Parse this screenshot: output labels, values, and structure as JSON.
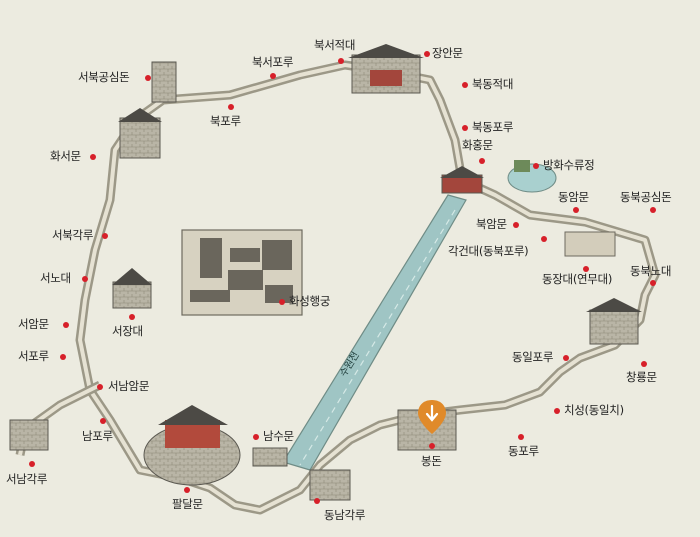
{
  "map": {
    "labels": {
      "janganmun": "장안문",
      "bukseojeokdae": "북서적대",
      "bukdongjeokdae": "북동적대",
      "bukseoporu": "북서포루",
      "bukporu": "북포루",
      "bukseogongsimdon": "서북공심돈",
      "bukdongporu": "북동포루",
      "hwahongmun": "화홍문",
      "banghwasuryujeong": "방화수류정",
      "hwaseomun": "화서문",
      "dongammun": "동암문",
      "dongbukgongsimdon": "동북공심돈",
      "bugammun": "북암문",
      "gakgeondae": "각건대(동북포루)",
      "dongjangdae": "동장대(연무대)",
      "dongbuknodae": "동북노대",
      "seobukgangnu": "서북각루",
      "hwaseonghaenggung": "화성행궁",
      "seonodae": "서노대",
      "seoammun": "서암문",
      "seojangdae": "서장대",
      "seoporu": "서포루",
      "seonamammun": "서남암문",
      "dongilporu": "동일포루",
      "changnyongmun": "창룡문",
      "chiseong": "치성(동일치)",
      "namporu": "남포루",
      "namsumun": "남수문",
      "dongporu": "동포루",
      "bongdon": "봉돈",
      "seonamgangnu": "서남각루",
      "paldalmun": "팔달문",
      "dongnamgangnu": "동남각루",
      "suwoncheon": "수원천"
    },
    "marker_color": "#d7202a",
    "pin_color": "#e08a2a",
    "pin_icon": "location-pin-arrow-down"
  }
}
